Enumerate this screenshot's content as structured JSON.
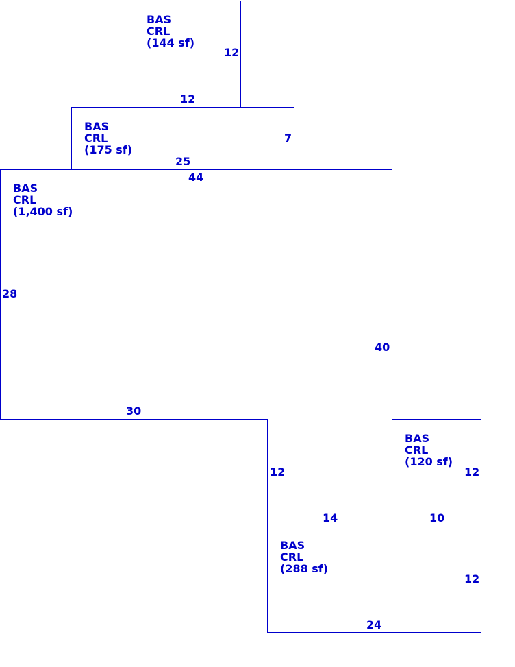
{
  "areas": [
    {
      "code": "BAS",
      "sub": "CRL",
      "area": "(144 sf)"
    },
    {
      "code": "BAS",
      "sub": "CRL",
      "area": "(175 sf)"
    },
    {
      "code": "BAS",
      "sub": "CRL",
      "area": "(1,400 sf)"
    },
    {
      "code": "BAS",
      "sub": "CRL",
      "area": "(120 sf)"
    },
    {
      "code": "BAS",
      "sub": "CRL",
      "area": "(288 sf)"
    }
  ],
  "dimensions": {
    "top_right": "12",
    "top_bottom": "12",
    "second_right": "7",
    "second_bottom": "25",
    "main_top": "44",
    "main_left": "28",
    "main_right": "40",
    "main_bottom": "30",
    "notch_side": "12",
    "notch_bottom": "14",
    "small_right": "12",
    "small_bottom": "10",
    "bottom_right": "12",
    "bottom_bottom": "24"
  },
  "colors": {
    "line": "#0000cc"
  }
}
